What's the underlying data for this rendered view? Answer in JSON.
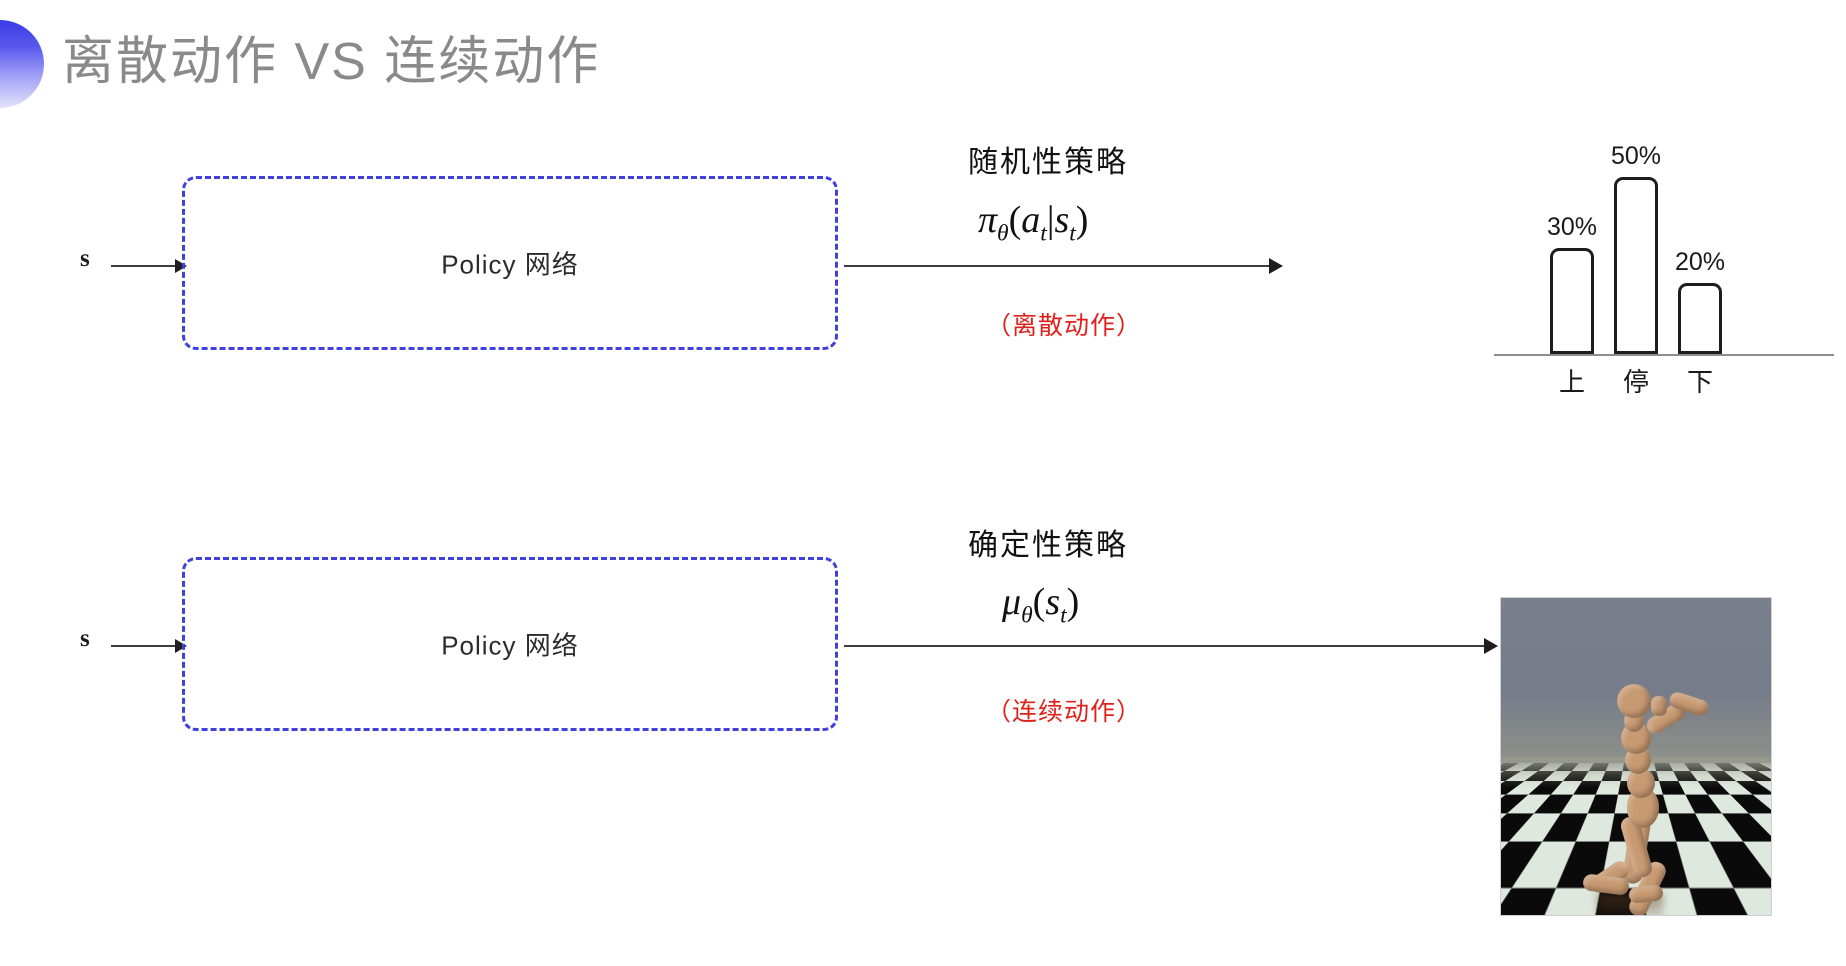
{
  "slide": {
    "title": "离散动作 VS 连续动作",
    "title_color": "#8a8a8a",
    "accent_color": "#4040dd",
    "note_color": "#e0201a",
    "decor_icon": "half-circle-gradient-icon"
  },
  "rows": [
    {
      "id": "discrete",
      "state_label": "s",
      "box_label": "Policy 网络",
      "policy_kind": "随机性策略",
      "formula_plain": "πθ(at|st)",
      "formula_parts": {
        "pi": "π",
        "theta": "θ",
        "open": "(",
        "a": "a",
        "a_sub": "t",
        "bar": "|",
        "s": "s",
        "s_sub": "t",
        "close": ")"
      },
      "action_note": "（离散动作）",
      "output_kind": "bar-chart"
    },
    {
      "id": "continuous",
      "state_label": "s",
      "box_label": "Policy 网络",
      "policy_kind": "确定性策略",
      "formula_plain": "μθ(st)",
      "formula_parts": {
        "mu": "μ",
        "theta": "θ",
        "open": "(",
        "s": "s",
        "s_sub": "t",
        "close": ")"
      },
      "action_note": "（连续动作）",
      "output_kind": "humanoid-image"
    }
  ],
  "chart_data": {
    "type": "bar",
    "title": "",
    "categories": [
      "上",
      "停",
      "下"
    ],
    "values": [
      30,
      50,
      20
    ],
    "value_labels": [
      "30%",
      "50%",
      "20%"
    ],
    "xlabel": "",
    "ylabel": "",
    "ylim": [
      0,
      60
    ],
    "grid": false,
    "legend": "none",
    "bar_style": "outline",
    "bar_border_color": "#1d1d1d",
    "bar_fill_color": "#ffffff",
    "axis_color": "#8d8d8d"
  },
  "humanoid": {
    "caption": "MuJoCo humanoid simulation frame",
    "sky_color": "#777d8a",
    "floor_light_color": "#dfe8de",
    "floor_dark_color": "#0a0a0a",
    "body_color": "#c89a72"
  }
}
